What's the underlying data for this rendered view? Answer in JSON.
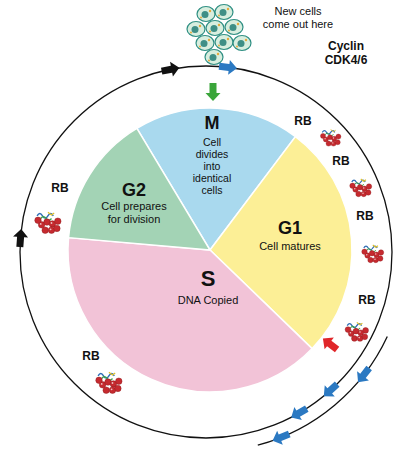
{
  "diagram": {
    "nodes": [
      {
        "text": [
          "M",
          "Cell divides into identical cells"
        ]
      },
      {
        "text": [
          "G1",
          "Cell matures"
        ]
      },
      {
        "text": [
          "S",
          "DNA Copied"
        ]
      },
      {
        "text": [
          "G2",
          "Cell prepares for division"
        ]
      }
    ],
    "labels": [
      "New cells come out here",
      "Cyclin CDK4/6",
      "RB",
      "RB",
      "RB",
      "RB",
      "RB",
      "RB"
    ]
  }
}
